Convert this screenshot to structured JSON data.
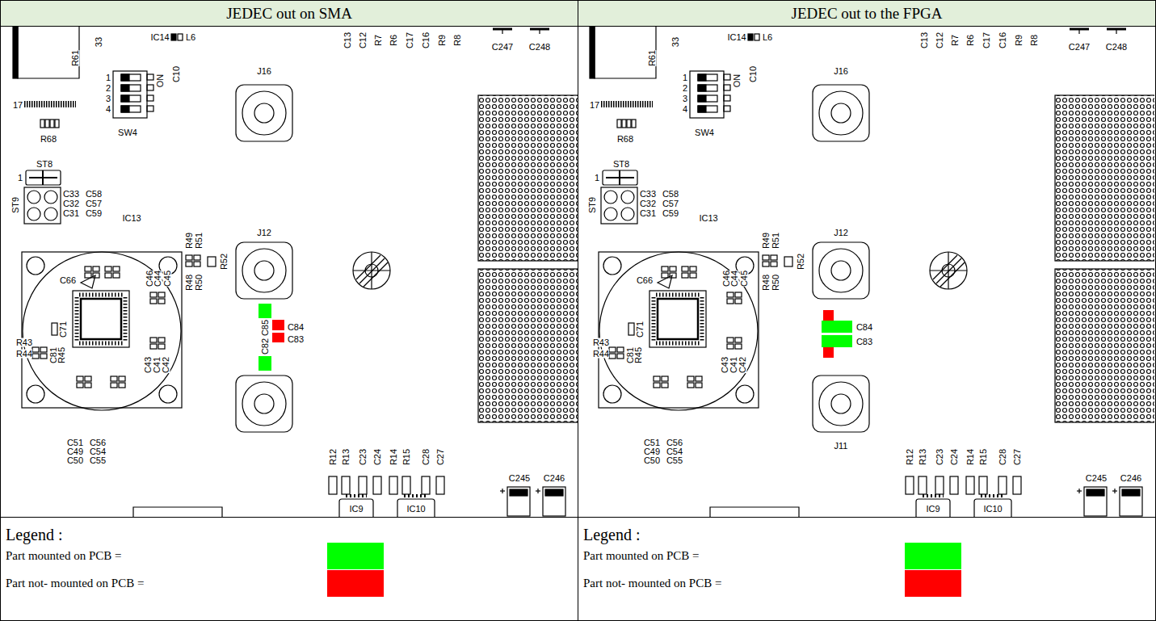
{
  "diagram": {
    "nodes": [
      {
        "text": [
          "JEDEC out on SMA"
        ]
      },
      {
        "text": [
          "JEDEC out to the FPGA"
        ]
      },
      {
        "text": [
          "Legend :"
        ]
      },
      {
        "text": [
          "Legend :"
        ]
      }
    ],
    "labels": [
      "R61",
      "33",
      "17",
      "IC14",
      "L6",
      "C10",
      "J16",
      "C13",
      "C12",
      "R7",
      "R6",
      "C17",
      "C16",
      "R9",
      "R8",
      "C247",
      "C248",
      "R68",
      "1",
      "2",
      "3",
      "4",
      "ON",
      "SW4",
      "ST8",
      "1",
      "ST9",
      "C33",
      "C32",
      "C31",
      "C58",
      "C57",
      "C59",
      "IC13",
      "R49",
      "R51",
      "R52",
      "J12",
      "C66",
      "C46",
      "C44",
      "C45",
      "R48",
      "R50",
      "C71",
      "R43",
      "R44",
      "C81",
      "R45",
      "C43",
      "C41",
      "C42",
      "C51",
      "C49",
      "C50",
      "C56",
      "C54",
      "C55",
      "R12",
      "R13",
      "C23",
      "C24",
      "R14",
      "R15",
      "C28",
      "C27",
      "C245",
      "C246",
      "IC9",
      "IC10",
      "C82",
      "C85",
      "C84",
      "C83",
      "R61",
      "33",
      "17",
      "IC14",
      "L6",
      "C10",
      "J16",
      "C13",
      "C12",
      "R7",
      "R6",
      "C17",
      "C16",
      "R9",
      "R8",
      "C247",
      "C248",
      "R68",
      "1",
      "2",
      "3",
      "4",
      "ON",
      "SW4",
      "ST8",
      "1",
      "ST9",
      "C33",
      "C32",
      "C31",
      "C58",
      "C57",
      "C59",
      "IC13",
      "R49",
      "R51",
      "R52",
      "J12",
      "C66",
      "C46",
      "C44",
      "C45",
      "R48",
      "R50",
      "C71",
      "R43",
      "R44",
      "C81",
      "R45",
      "C43",
      "C41",
      "C42",
      "C51",
      "C49",
      "C50",
      "C56",
      "C54",
      "C55",
      "R12",
      "R13",
      "C23",
      "C24",
      "R14",
      "R15",
      "C28",
      "C27",
      "C245",
      "C246",
      "IC9",
      "IC10",
      "C84",
      "C83",
      "J11"
    ],
    "legend": [
      {
        "text": "Part mounted on PCB =",
        "color": "#00ff00"
      },
      {
        "text": "Part not- mounted on PCB =",
        "color": "#ff0000"
      },
      {
        "text": "Part mounted on PCB =",
        "color": "#00ff00"
      },
      {
        "text": "Part not- mounted on PCB =",
        "color": "#ff0000"
      }
    ]
  }
}
